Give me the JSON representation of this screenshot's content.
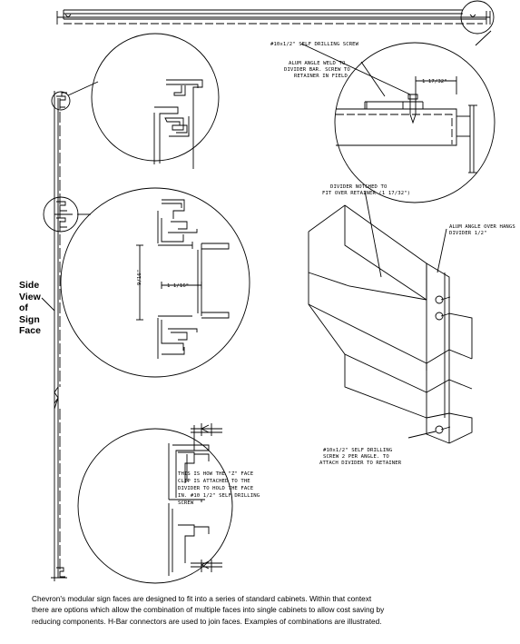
{
  "labels": {
    "screw_callout_top": "#10x1/2\" SELF DRILLING SCREW",
    "alum_weld_1": "ALUM ANGLE WELD TO",
    "alum_weld_2": "DIVIDER BAR. SCREW TO",
    "alum_weld_3": "RETAINER IN FIELD",
    "dim_1_17_32": "1 17/32\"",
    "dim_9_16": "9/16\"",
    "dim_1_1_16": "1 1/16\"",
    "notched_1": "DIVIDER NOTCHED TO",
    "notched_2": "FIT OVER RETAINER (1 17/32\")",
    "overhang_1": "ALUM ANGLE OVER HANGS",
    "overhang_2": "DIVIDER 1/2\"",
    "clip_1": "THIS IS HOW THE \"Z\" FACE",
    "clip_2": "CLIP IS ATTACHED TO THE",
    "clip_3": "DIVIDER TO HOLD THE FACE",
    "clip_4": "IN. #10 1/2\" SELF DRILLING",
    "clip_5": "SCREW",
    "screw_bottom_1": "#10x1/2\" SELF DRILLING",
    "screw_bottom_2": "SCREW 2 PER ANGLE. TO",
    "screw_bottom_3": "ATTACH DIVIDER TO RETAINER"
  },
  "side_view": {
    "line1": "Side",
    "line2": "View",
    "line3": "of",
    "line4": "Sign",
    "line5": "Face"
  },
  "caption": {
    "line1": "Chevron's modular sign faces are designed to fit into a series of standard cabinets. Within that context",
    "line2": "there are options which allow the combination of multiple faces into single cabinets to allow cost saving by",
    "line3": "reducing components. H-Bar connectors are used to join faces. Examples of combinations are illustrated."
  }
}
